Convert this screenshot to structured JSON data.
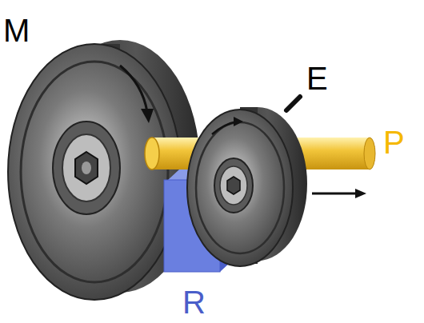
{
  "diagram": {
    "labels": [
      "M",
      "E",
      "P",
      "R"
    ]
  }
}
